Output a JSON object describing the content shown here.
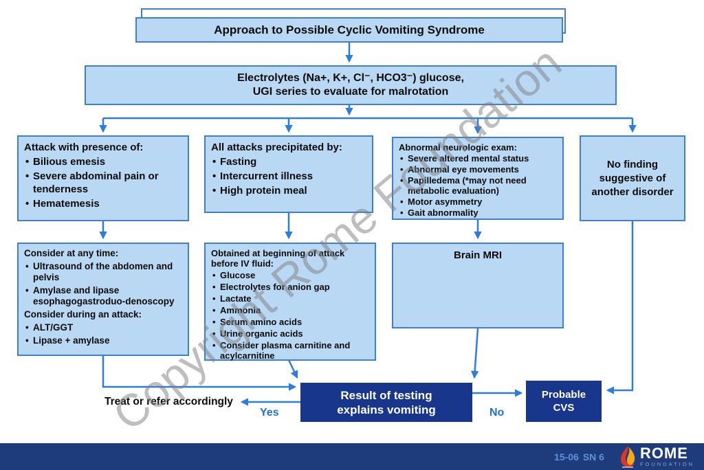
{
  "title": "Approach to Possible Cyclic Vomiting Syndrome",
  "screening": {
    "line1": "Electrolytes (Na+, K+, Cl⁻, HCO3⁻) glucose,",
    "line2": "UGI series to evaluate for malrotation"
  },
  "boxes": {
    "attack": {
      "heading": "Attack with presence of:",
      "bullets": [
        "Bilious emesis",
        "Severe abdominal pain or tenderness",
        "Hematemesis"
      ]
    },
    "precipitated": {
      "heading": "All attacks precipitated by:",
      "bullets": [
        "Fasting",
        "Intercurrent illness",
        "High protein meal"
      ]
    },
    "neuro": {
      "heading": "Abnormal neurologic exam:",
      "bullets": [
        "Severe altered mental status",
        "Abnormal eye movements",
        "Papilledema (*may not need metabolic evaluation)",
        "Motor asymmetry",
        "Gait abnormality"
      ]
    },
    "no_finding": "No finding suggestive of another disorder",
    "consider": {
      "heading1": "Consider at any time:",
      "bullets1": [
        "Ultrasound of the abdomen and pelvis",
        "Amylase and lipase esophagogastroduo-denoscopy"
      ],
      "heading2": "Consider during an attack:",
      "bullets2": [
        "ALT/GGT",
        "Lipase + amylase"
      ]
    },
    "obtained": {
      "heading": "Obtained at beginning of attack before IV fluid:",
      "bullets": [
        "Glucose",
        "Electrolytes for anion gap",
        "Lactate",
        "Ammonia",
        "Serum amino acids",
        "Urine organic acids",
        "Consider plasma carnitine and acylcarnitine"
      ]
    },
    "brain_mri": "Brain MRI",
    "result": {
      "line1": "Result of testing",
      "line2": "explains vomiting"
    },
    "probable": {
      "line1": "Probable",
      "line2": "CVS"
    }
  },
  "labels": {
    "treat": "Treat or refer accordingly",
    "yes": "Yes",
    "no": "No"
  },
  "watermark": "Copyright Rome Foundation",
  "footer": {
    "slide_code": "15-06",
    "slide_num": "SN 6",
    "brand": "ROME",
    "brand_sub": "FOUNDATION"
  },
  "colors": {
    "box_fill": "#b9d8f4",
    "box_border": "#3f7fd0",
    "arrow_blue": "#2b7de0",
    "navy_box": "#17368c",
    "footer_bar": "#1e3c7c",
    "yes_no_label": "#1e6fd6",
    "watermark_gray": "#7d7d7d"
  }
}
